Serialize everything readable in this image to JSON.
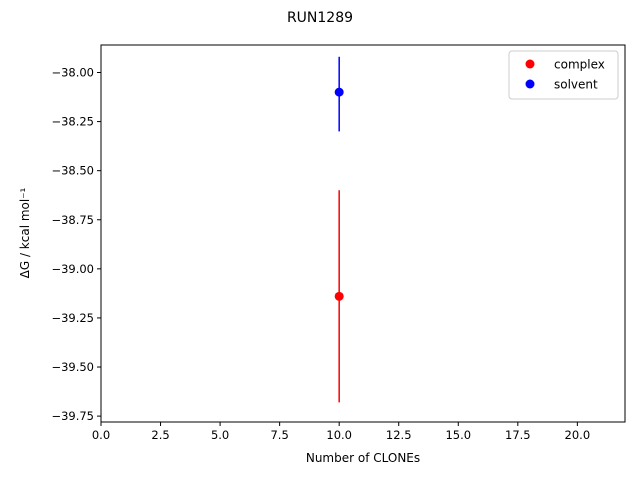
{
  "chart_data": {
    "type": "scatter",
    "title": "RUN1289",
    "xlabel": "Number of CLONEs",
    "ylabel": "ΔG / kcal mol⁻¹",
    "xlim": [
      0,
      22
    ],
    "ylim": [
      -39.78,
      -37.86
    ],
    "xticks": [
      0,
      2.5,
      5,
      7.5,
      10,
      12.5,
      15,
      17.5,
      20
    ],
    "xtick_labels": [
      "0.0",
      "2.5",
      "5.0",
      "7.5",
      "10.0",
      "12.5",
      "15.0",
      "17.5",
      "20.0"
    ],
    "yticks": [
      -38.0,
      -38.25,
      -38.5,
      -38.75,
      -39.0,
      -39.25,
      -39.5,
      -39.75
    ],
    "ytick_labels": [
      "−38.00",
      "−38.25",
      "−38.50",
      "−38.75",
      "−39.00",
      "−39.25",
      "−39.50",
      "−39.75"
    ],
    "grid": false,
    "legend_position": "top-right",
    "series": [
      {
        "name": "complex",
        "color": "#ff0000",
        "x": [
          10
        ],
        "y": [
          -39.14
        ],
        "yerr_low": [
          -39.68
        ],
        "yerr_high": [
          -38.6
        ]
      },
      {
        "name": "solvent",
        "color": "#0000ff",
        "x": [
          10
        ],
        "y": [
          -38.1
        ],
        "yerr_low": [
          -38.3
        ],
        "yerr_high": [
          -37.92
        ]
      }
    ]
  }
}
